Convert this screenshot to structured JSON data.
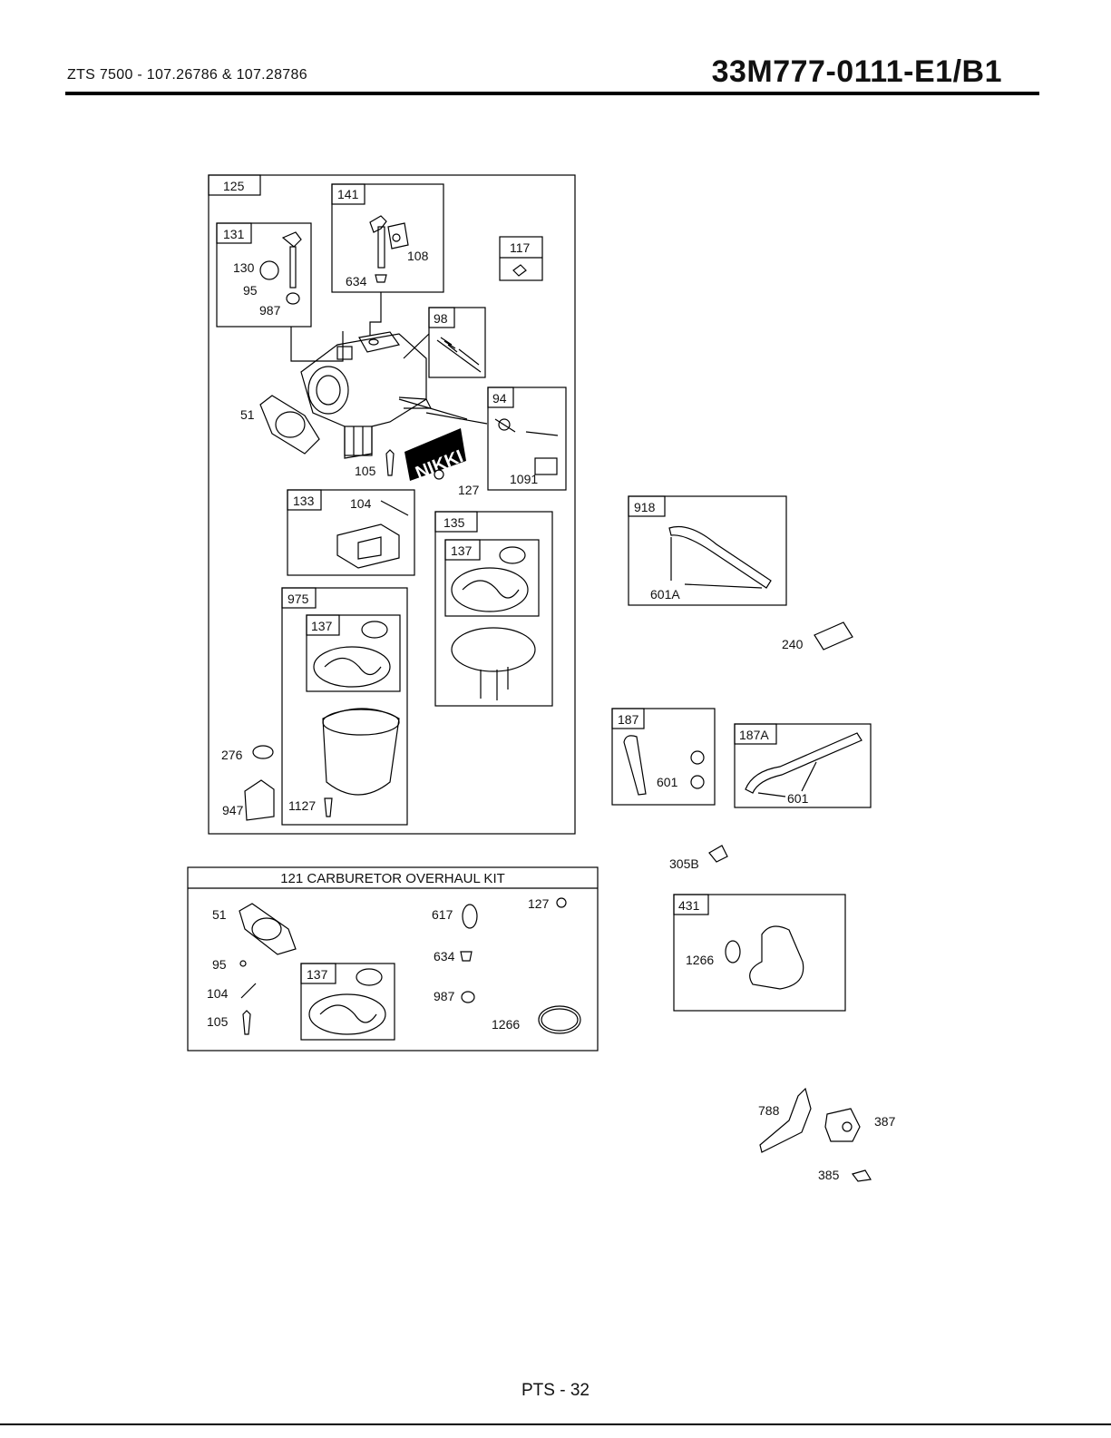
{
  "header": {
    "model_line": "ZTS 7500 - 107.26786 & 107.28786",
    "part_code": "33M777-0111-E1/B1"
  },
  "footer": {
    "page": "PTS - 32"
  },
  "labels": {
    "p125": "125",
    "p141": "141",
    "p108": "108",
    "p634": "634",
    "p117": "117",
    "p131": "131",
    "p130": "130",
    "p95": "95",
    "p987": "987",
    "p98": "98",
    "p94": "94",
    "p1091": "1091",
    "p51": "51",
    "p105": "105",
    "p127": "127",
    "nikki": "NIKKI",
    "p133": "133",
    "p104": "104",
    "p135": "135",
    "p137a": "137",
    "p975": "975",
    "p137b": "137",
    "p276": "276",
    "p947": "947",
    "p1127": "1127",
    "p918": "918",
    "p601A": "601A",
    "p240": "240",
    "p187": "187",
    "p601a": "601",
    "p187A": "187A",
    "p601b": "601",
    "p305B": "305B",
    "p431": "431",
    "p1266": "1266",
    "p788": "788",
    "p387": "387",
    "p385": "385"
  },
  "kit": {
    "title": "121 CARBURETOR OVERHAUL KIT",
    "p51": "51",
    "p95": "95",
    "p104": "104",
    "p105": "105",
    "p137": "137",
    "p617": "617",
    "p634": "634",
    "p987": "987",
    "p127": "127",
    "p1266": "1266"
  }
}
